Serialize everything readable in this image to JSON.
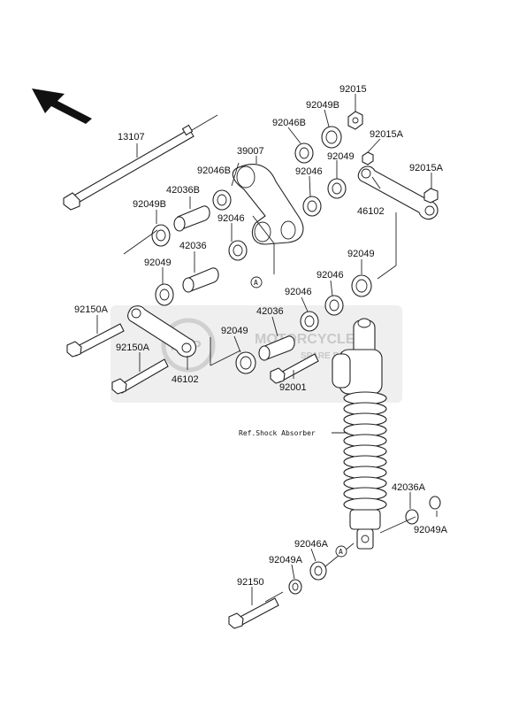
{
  "labels": {
    "l_92015": "92015",
    "l_92049B_top": "92049B",
    "l_92046B_top": "92046B",
    "l_92015A_1": "92015A",
    "l_92015A_2": "92015A",
    "l_13107": "13107",
    "l_39007": "39007",
    "l_92046B_mid": "92046B",
    "l_92046_top": "92046",
    "l_92049_top": "92049",
    "l_42036B": "42036B",
    "l_92049B_left": "92049B",
    "l_92046_left": "92046",
    "l_46102_right": "46102",
    "l_42036_left": "42036",
    "l_92049_left": "92049",
    "l_92049_right": "92049",
    "l_92046_mid": "92046",
    "l_92046_mid2": "92046",
    "l_42036_mid": "42036",
    "l_92150A_1": "92150A",
    "l_92049_center": "92049",
    "l_92150A_2": "92150A",
    "l_46102_left": "46102",
    "l_92001": "92001",
    "l_ref_shock": "Ref.Shock Absorber",
    "l_42036A": "42036A",
    "l_92049A_right": "92049A",
    "l_92046A": "92046A",
    "l_92049A_left": "92049A",
    "l_92150": "92150",
    "callout_a1": "A",
    "callout_a2": "A"
  },
  "watermark": {
    "brand": "MOTORCYCLE",
    "sub": "SPARE PARTS",
    "logo_text": "MSP"
  },
  "colors": {
    "line": "#222222",
    "watermark": "#c8c8c8"
  }
}
